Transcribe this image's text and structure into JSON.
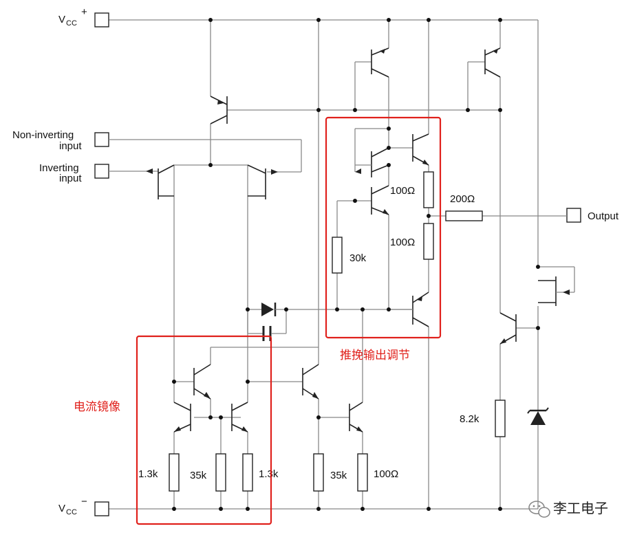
{
  "pins": {
    "vcc_plus": "V",
    "vcc_plus_sub": "CC",
    "vcc_plus_sign": "+",
    "non_inverting_line1": "Non-inverting",
    "non_inverting_line2": "input",
    "inverting_line1": "Inverting",
    "inverting_line2": "input",
    "output": "Output",
    "vcc_minus": "V",
    "vcc_minus_sub": "CC",
    "vcc_minus_sign": "−"
  },
  "components": {
    "r_200": "200Ω",
    "r_100_top": "100Ω",
    "r_100_bottom": "100Ω",
    "r_30k": "30k",
    "r_1_3k_left": "1.3k",
    "r_35k_left": "35k",
    "r_1_3k_right": "1.3k",
    "r_35k_right": "35k",
    "r_100_lower": "100Ω",
    "r_8_2k": "8.2k"
  },
  "annotations": {
    "current_mirror": "电流镜像",
    "push_pull_output": "推挽输出调节"
  },
  "watermark": {
    "text": "李工电子"
  },
  "colors": {
    "highlight": "#e0201b",
    "wire": "#888888",
    "symbol": "#222222"
  }
}
